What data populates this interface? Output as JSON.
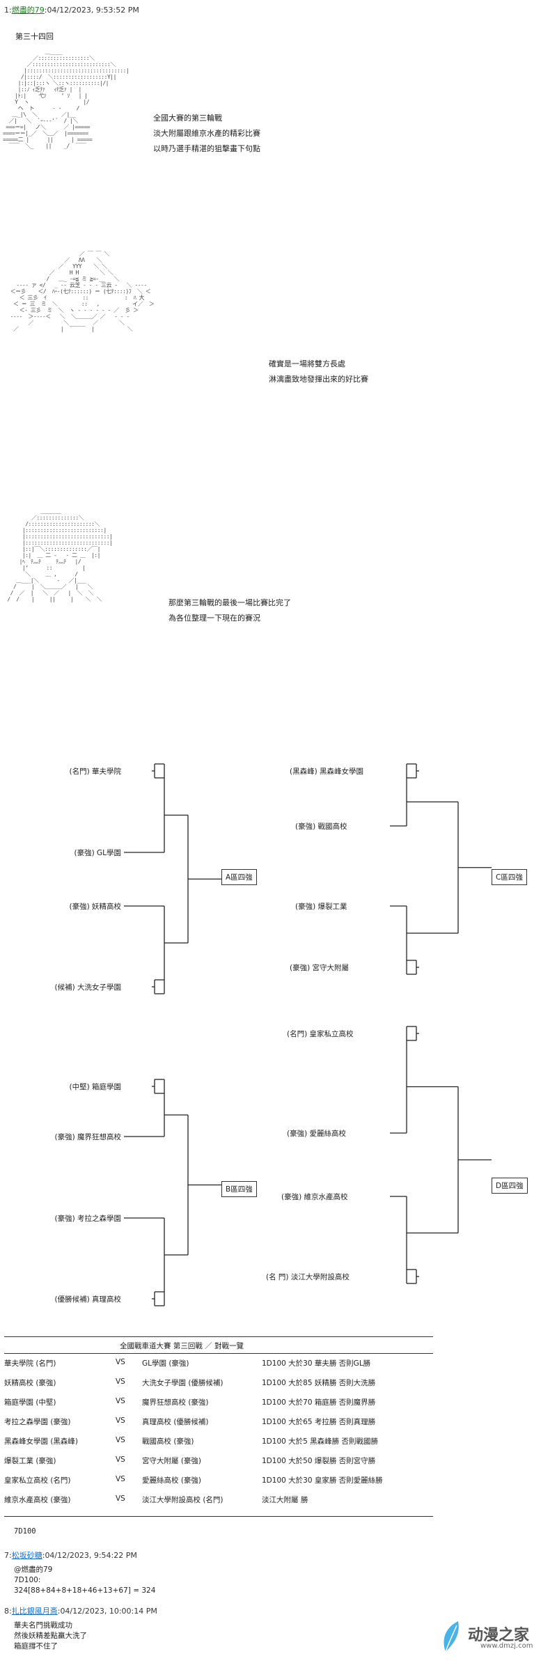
{
  "post1": {
    "num": "1",
    "name": "燃盡的79",
    "date": "04/12/2023, 9:53:52 PM",
    "chapter": "第三十四回"
  },
  "aa1_lines": [
    "              ＿____",
    "          ／:::::::::::::::::＼",
    "        ／::::::::::::::::::::::::::＼",
    "       |:::::::::::::::::::::::::::::::::|",
    "      /|::::/  ＼::::::::::::::::::Y||",
    "     |:|::|:::ヽ ＼::ヽ::::::::::|/|",
    "     |::ﾉ ｨ乏ﾃｧ   ｨﾃ乏ｧ |  |",
    "    |ﾄ:|    弋ｿ     ‘ ｿ   | |",
    "    Y  ヽ                  |/",
    "     ヘ  ト      ‐ ‐     /",
    "   ＿_|\\  ＼        ／|__",
    "  ／|   ＼  `ｰ‐‐‐'´  / |＼",
    " ===＝=|   ノ＼      ／ |=====",
    "====＝＝|_／  ＼＿／  |=======",
    "=====二 |      ||      | =====",
    "  ￣￣  ＼_    ||    _/  ￣￣"
  ],
  "narration1": [
    "全國大賽的第三輪戰",
    "淡大附屬跟維京水產的精彩比賽",
    "以時乃選手精湛的狙擊畫下句點"
  ],
  "aa2_lines": [
    "                         ／ ￣ ￣ ＼",
    "                    ／   ΛΛ    ＼",
    "                  ／   YYY    ＼ ＼",
    "               ／     H H       ＼ ＼",
    "              /   ＿_ ‐=≦ ミ ≧=‐__   ＼",
    "    ‐‐‐‐ ァ </   _ -‐ 云芝 ‐ ‐ ‐ 三云 ‐   ＼ ‐‐‐‐",
    "  ＜＝彡    ＜/  ﾊｰ‐(七ﾃ::::::) ＝ (七ﾃ::::)ﾌ  ＼ ＜",
    "     ＜ 三彡  ｲ            ::            :  ﾊ 大",
    "   ＜ ＝ 三  ミ  ＼        ::   ,           イ／  ＞",
    "     ＜‐ 三彡  ミ  ＼  ヽ ‐ ‐ ‐ ‐ ‐ ‐ ／  彡 ＞",
    "  ‐‐‐‐  ＞‐‐‐‐＜   ＼  ＼＿＿＿／ ／   ‐ ‐ ‐",
    "        ／          ＼        ／       ＼",
    "   ／              |  ￣￣￣  |           ＼"
  ],
  "narration2": [
    "確實是一場將雙方長處",
    "淋漓盡致地發揮出來的好比賽"
  ],
  "aa3_lines": [
    "            ＿＿＿＿",
    "         ／::::::::::::::＼",
    "       /::::::::::::::::::::::＼",
    "      |::::::::::::::::::::::::::|",
    "      |::::::::::::::::::::::::::::|",
    "      |::::::::::::::::::::::::::::|",
    "      |::|￣＼::::::::::::::／￣|",
    "      |:|  ＿ 二 ‐   ‐ 二 ＿  |:|",
    "     |ﾍ  ﾃ灬ﾃ     ﾃ灬ﾃ   |/",
    "      |‘      ::          |",
    "       ＼     ＿ ,      /",
    "    ＿___|＼      ‐   ／|___",
    "   /     |  ＼＿＿＿／   |   ＼",
    "  /  ／  |   ＼  ／   |  ＼  ＼",
    " /  /    |     ||     |    ＼  ＼"
  ],
  "narration3": [
    "那麼第三輪戰的最後一場比賽比完了",
    "為各位整理一下現在的賽況"
  ],
  "bracket": {
    "groupA": {
      "label": "A區四強",
      "teams": [
        "(名門) 華夫學院",
        "(豪強) GL學園",
        "(豪強) 妖精高校",
        "(候補) 大洗女子學園"
      ]
    },
    "groupB": {
      "label": "B區四強",
      "teams": [
        "(中堅) 箱庭學園",
        "(豪強) 魔界狂想高校",
        "(豪強) 考拉之森學園",
        "(優勝候補) 真理高校"
      ]
    },
    "groupC": {
      "label": "C區四強",
      "teams": [
        "(黑森峰) 黑森峰女學園",
        "(豪強) 戰國高校",
        "(豪強) 爆裂工業",
        "(豪強) 宮守大附屬"
      ]
    },
    "groupD": {
      "label": "D區四強",
      "teams": [
        "(名門) 皇家私立高校",
        "(豪強) 愛麗絲高校",
        "(豪強) 維京水產高校",
        "(名 門) 淡江大學附設高校"
      ]
    }
  },
  "table": {
    "title": "全國戰車道大賽 第三回戰   ／   對戰一覽",
    "vs": "VS",
    "rows": [
      {
        "a": "華夫學院 (名門)",
        "b": "GL學園 (豪強)",
        "r": "1D100 大於30 華夫勝 否則GL勝"
      },
      {
        "a": "妖精高校 (豪強)",
        "b": "大洗女子學園 (優勝候補)",
        "r": "1D100 大於85 妖精勝 否則大洗勝"
      },
      {
        "a": "箱庭學園 (中堅)",
        "b": "魔界狂想高校 (豪強)",
        "r": "1D100 大於70 箱庭勝 否則魔界勝"
      },
      {
        "a": "考拉之森學園 (豪強)",
        "b": "真理高校 (優勝候補)",
        "r": "1D100 大於65 考拉勝 否則真理勝"
      },
      {
        "a": "黑森峰女學園 (黑森峰)",
        "b": "戰國高校 (豪強)",
        "r": "1D100 大於5  黑森峰勝 否則戰國勝"
      },
      {
        "a": "爆裂工業 (豪強)",
        "b": "宮守大附屬 (豪強)",
        "r": "1D100 大於50 爆裂勝 否則宮守勝"
      },
      {
        "a": "皇家私立高校 (名門)",
        "b": "愛麗絲高校 (豪強)",
        "r": "1D100 大於30 皇家勝 否則愛麗絲勝"
      },
      {
        "a": "維京水產高校 (豪強)",
        "b": "淡江大學附設高校 (名門)",
        "r": "淡江大附屬 勝"
      }
    ],
    "footer": "7D100"
  },
  "post7": {
    "num": "7",
    "name": "松坂砂糖",
    "date": "04/12/2023, 9:54:22 PM",
    "lines": [
      "@燃盡的79",
      "7D100:",
      "324[88+84+8+18+46+13+67] = 324"
    ]
  },
  "post8": {
    "num": "8",
    "name": "扎比銀風月斎",
    "date": "04/12/2023, 10:00:14 PM",
    "lines": [
      "華夫名門挑戰成功",
      "然後妖精差點贏大洗了",
      "箱庭撐不住了"
    ]
  },
  "watermark": {
    "text": "动漫之家",
    "url": "www.dmzj.com"
  }
}
